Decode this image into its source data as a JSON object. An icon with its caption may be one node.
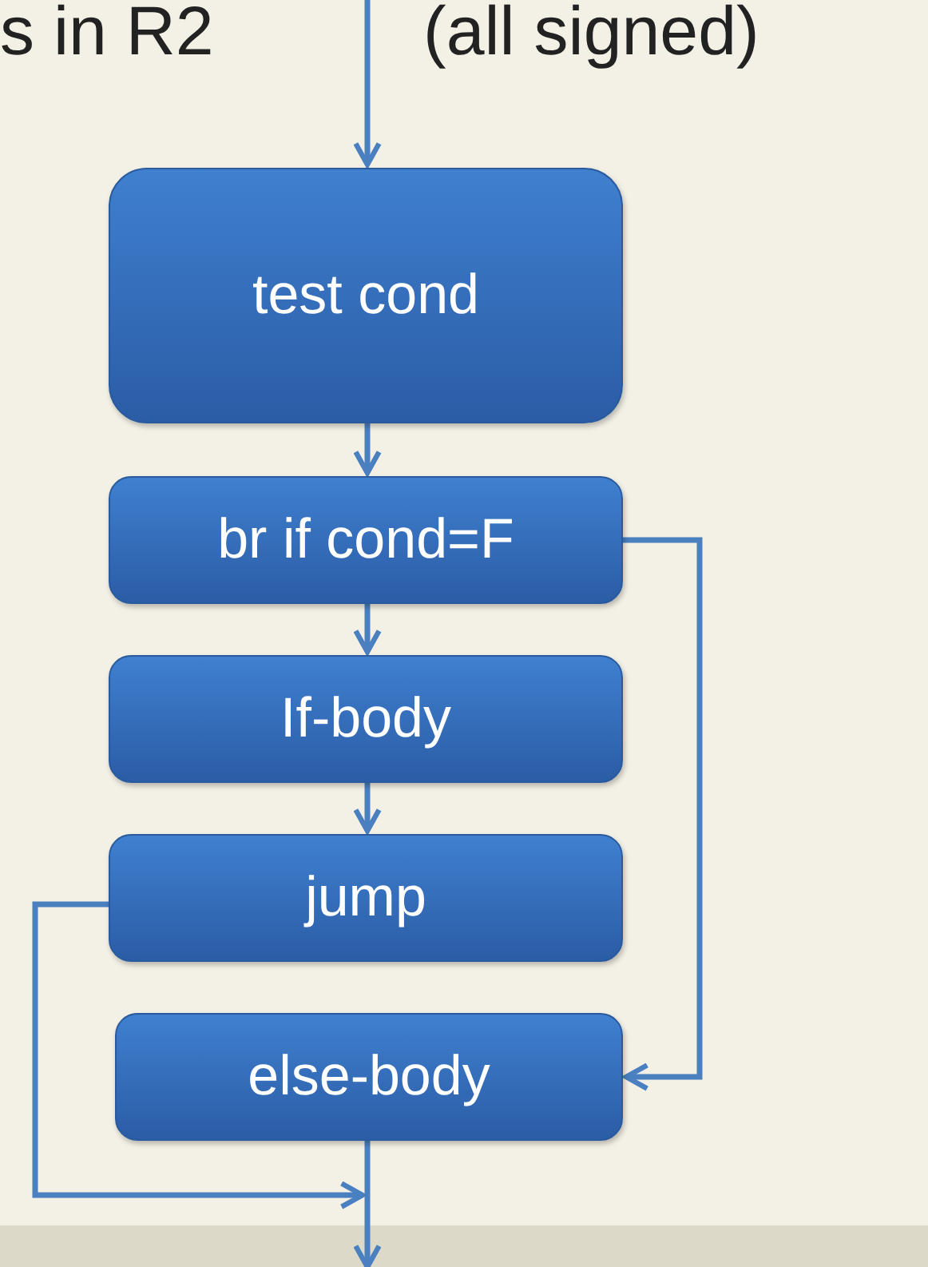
{
  "diagram": {
    "nodes": [
      {
        "text": [
          "test cond"
        ]
      },
      {
        "text": [
          "br if cond=F"
        ]
      },
      {
        "text": [
          "If-body"
        ]
      },
      {
        "text": [
          "jump"
        ]
      },
      {
        "text": [
          "else-body"
        ]
      }
    ],
    "edges": [
      {
        "from": null,
        "to": 0,
        "arrow": "to"
      },
      {
        "from": 0,
        "to": 1,
        "arrow": "to"
      },
      {
        "from": 1,
        "to": 2,
        "arrow": "to"
      },
      {
        "from": 2,
        "to": 3,
        "arrow": "to"
      },
      {
        "from": 1,
        "to": 4,
        "arrow": "to"
      },
      {
        "from": 3,
        "to": null,
        "arrow": "to"
      },
      {
        "from": 4,
        "to": null,
        "arrow": "to"
      }
    ],
    "labels": [
      "s in R2",
      "(all signed)"
    ]
  }
}
